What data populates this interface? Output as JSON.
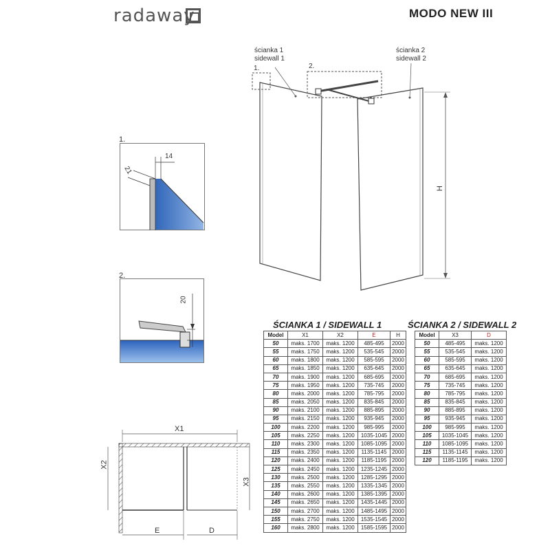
{
  "header": {
    "brand": "radaway",
    "model": "MODO NEW  III"
  },
  "main_drawing": {
    "sidewall1_pl": "ścianka 1",
    "sidewall1_en": "sidewall 1",
    "sidewall2_pl": "ścianka 2",
    "sidewall2_en": "sidewall 2",
    "detail1_marker": "1.",
    "detail2_marker": "2.",
    "height_label": "H"
  },
  "detail1": {
    "marker": "1.",
    "dim_a": "14",
    "dim_b": "21"
  },
  "detail2": {
    "marker": "2.",
    "dim": "20"
  },
  "plan": {
    "x1": "X1",
    "x2": "X2",
    "x3": "X3",
    "e": "E",
    "d": "D"
  },
  "table1": {
    "title": "ŚCIANKA 1 / SIDEWALL 1",
    "headers": [
      "Model",
      "X1",
      "X2",
      "E",
      "H"
    ],
    "rows": [
      [
        "50",
        "maks. 1700",
        "maks. 1200",
        "485-495",
        "2000"
      ],
      [
        "55",
        "maks. 1750",
        "maks. 1200",
        "535-545",
        "2000"
      ],
      [
        "60",
        "maks. 1800",
        "maks. 1200",
        "585-595",
        "2000"
      ],
      [
        "65",
        "maks. 1850",
        "maks. 1200",
        "635-645",
        "2000"
      ],
      [
        "70",
        "maks. 1900",
        "maks. 1200",
        "685-695",
        "2000"
      ],
      [
        "75",
        "maks. 1950",
        "maks. 1200",
        "735-745",
        "2000"
      ],
      [
        "80",
        "maks. 2000",
        "maks. 1200",
        "785-795",
        "2000"
      ],
      [
        "85",
        "maks. 2050",
        "maks. 1200",
        "835-845",
        "2000"
      ],
      [
        "90",
        "maks. 2100",
        "maks. 1200",
        "885-895",
        "2000"
      ],
      [
        "95",
        "maks. 2150",
        "maks. 1200",
        "935-945",
        "2000"
      ],
      [
        "100",
        "maks. 2200",
        "maks. 1200",
        "985-995",
        "2000"
      ],
      [
        "105",
        "maks. 2250",
        "maks. 1200",
        "1035-1045",
        "2000"
      ],
      [
        "110",
        "maks. 2300",
        "maks. 1200",
        "1085-1095",
        "2000"
      ],
      [
        "115",
        "maks. 2350",
        "maks. 1200",
        "1135-1145",
        "2000"
      ],
      [
        "120",
        "maks. 2400",
        "maks. 1200",
        "1185-1195",
        "2000"
      ],
      [
        "125",
        "maks. 2450",
        "maks. 1200",
        "1235-1245",
        "2000"
      ],
      [
        "130",
        "maks. 2500",
        "maks. 1200",
        "1285-1295",
        "2000"
      ],
      [
        "135",
        "maks. 2550",
        "maks. 1200",
        "1335-1345",
        "2000"
      ],
      [
        "140",
        "maks. 2600",
        "maks. 1200",
        "1385-1395",
        "2000"
      ],
      [
        "145",
        "maks. 2650",
        "maks. 1200",
        "1435-1445",
        "2000"
      ],
      [
        "150",
        "maks. 2700",
        "maks. 1200",
        "1485-1495",
        "2000"
      ],
      [
        "155",
        "maks. 2750",
        "maks. 1200",
        "1535-1545",
        "2000"
      ],
      [
        "160",
        "maks. 2800",
        "maks. 1200",
        "1585-1595",
        "2000"
      ]
    ]
  },
  "table2": {
    "title": "ŚCIANKA 2 / SIDEWALL 2",
    "headers": [
      "Model",
      "X3",
      "D"
    ],
    "rows": [
      [
        "50",
        "485-495",
        "maks. 1200"
      ],
      [
        "55",
        "535-545",
        "maks. 1200"
      ],
      [
        "60",
        "585-595",
        "maks. 1200"
      ],
      [
        "65",
        "635-645",
        "maks. 1200"
      ],
      [
        "70",
        "685-695",
        "maks. 1200"
      ],
      [
        "75",
        "735-745",
        "maks. 1200"
      ],
      [
        "80",
        "785-795",
        "maks. 1200"
      ],
      [
        "85",
        "835-845",
        "maks. 1200"
      ],
      [
        "90",
        "885-895",
        "maks. 1200"
      ],
      [
        "95",
        "935-945",
        "maks. 1200"
      ],
      [
        "100",
        "985-995",
        "maks. 1200"
      ],
      [
        "105",
        "1035-1045",
        "maks. 1200"
      ],
      [
        "110",
        "1085-1095",
        "maks. 1200"
      ],
      [
        "115",
        "1135-1145",
        "maks. 1200"
      ],
      [
        "120",
        "1185-1195",
        "maks. 1200"
      ]
    ]
  }
}
